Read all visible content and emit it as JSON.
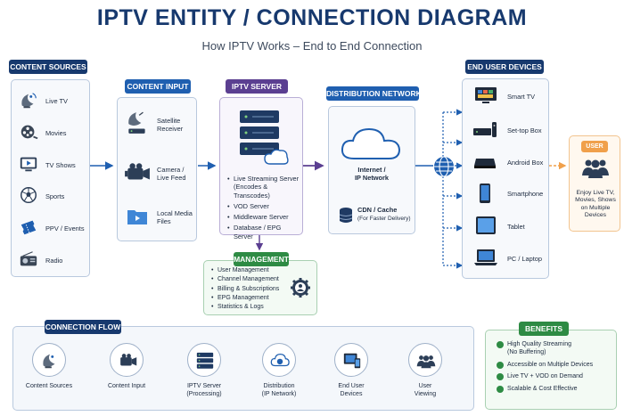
{
  "title": "IPTV ENTITY / CONNECTION DIAGRAM",
  "subtitle": "How IPTV Works – End to End Connection",
  "content_sources": {
    "heading": "CONTENT SOURCES",
    "items": [
      "Live TV",
      "Movies",
      "TV Shows",
      "Sports",
      "PPV / Events",
      "Radio"
    ]
  },
  "content_input": {
    "heading": "CONTENT INPUT",
    "items": [
      "Satellite\nReceiver",
      "Camera /\nLive Feed",
      "Local Media\nFiles"
    ]
  },
  "iptv_server": {
    "heading": "IPTV SERVER",
    "items": [
      "Live Streaming Server\n(Encodes & Transcodes)",
      "VOD Server",
      "Middleware Server",
      "Database / EPG Server"
    ]
  },
  "management": {
    "heading": "MANAGEMENT",
    "items": [
      "User Management",
      "Channel Management",
      "Billing & Subscriptions",
      "EPG Management",
      "Statistics & Logs"
    ]
  },
  "distribution": {
    "heading": "DISTRIBUTION NETWORK",
    "internet": "Internet /\nIP Network",
    "cdn_title": "CDN / Cache",
    "cdn_sub": "(For Faster Delivery)"
  },
  "end_user_devices": {
    "heading": "END USER DEVICES",
    "items": [
      "Smart TV",
      "Set-top Box",
      "Android Box",
      "Smartphone",
      "Tablet",
      "PC / Laptop"
    ]
  },
  "user": {
    "heading": "USER",
    "text": "Enjoy Live TV,\nMovies, Shows\non Multiple\nDevices"
  },
  "connection_flow": {
    "heading": "CONNECTION FLOW",
    "steps": [
      "Content Sources",
      "Content Input",
      "IPTV Server\n(Processing)",
      "Distribution\n(IP Network)",
      "End User\nDevices",
      "User\nViewing"
    ]
  },
  "benefits": {
    "heading": "BENEFITS",
    "items": [
      "High Quality Streaming\n(No Buffering)",
      "Accessible on Multiple Devices",
      "Live TV + VOD on Demand",
      "Scalable & Cost Effective"
    ]
  },
  "colors": {
    "navy": "#17396e",
    "blue": "#1f5fb0",
    "purple": "#5b3f91",
    "green": "#2e8b44",
    "orange": "#f0a04b"
  },
  "icons": {
    "live_tv": "satellite-dish-icon",
    "movies": "film-reel-icon",
    "tv_shows": "tv-play-icon",
    "sports": "soccer-ball-icon",
    "ppv": "ticket-icon",
    "radio": "radio-icon",
    "server": "server-stack-icon",
    "cloud": "cloud-icon",
    "globe": "globe-icon",
    "users": "users-group-icon",
    "gear": "gear-user-icon"
  }
}
